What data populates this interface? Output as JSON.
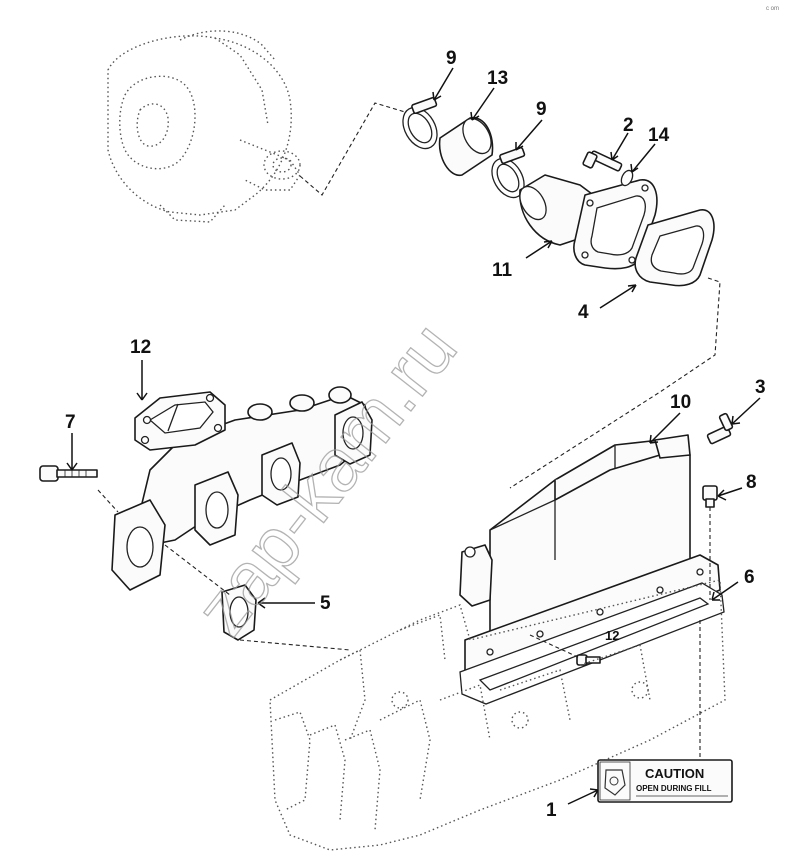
{
  "callouts": {
    "c1": "1",
    "c2": "2",
    "c3": "3",
    "c4": "4",
    "c5": "5",
    "c6": "6",
    "c7": "7",
    "c8": "8",
    "c9a": "9",
    "c9b": "9",
    "c10": "10",
    "c11": "11",
    "c12a": "12",
    "c12b": "12",
    "c13": "13",
    "c14": "14"
  },
  "caution_label": {
    "title": "CAUTION",
    "subtitle": "OPEN DURING FILL"
  },
  "watermark": "zap-kam.ru",
  "corner_mark": "c om"
}
